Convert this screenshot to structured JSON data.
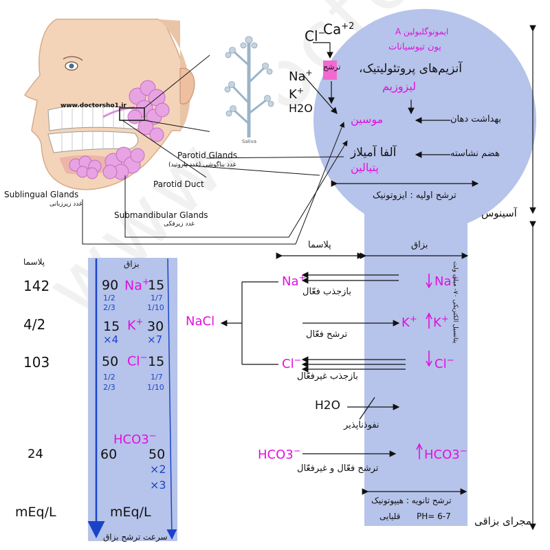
{
  "watermark": "www.doctorsho1.ir",
  "illustration": {
    "site_label": "www.doctorsho1.ir",
    "saliva_label": "Saliva",
    "parotid_en": "Parotid Glands",
    "parotid_fa": "غدد بناگوشی (غدد پاروتید)",
    "parotid_duct": "Parotid Duct",
    "sublingual_en": "Sublingual Glands",
    "sublingual_fa": "غدد زیرزبانی",
    "submandibular_en": "Submandibular Glands",
    "submandibular_fa": "غدد زیرفکی"
  },
  "acinus": {
    "cl": "Cl",
    "cl_sup": "−",
    "ca": "Ca",
    "ca_sup": "+2",
    "secretion": "ترشح",
    "na": "Na",
    "na_sup": "+",
    "k": "K",
    "k_sup": "+",
    "h2o": "H2O",
    "ig_a": "ایمونوگلبولین A",
    "thiocyanate": "یون تیوسیانات",
    "proteolytic": "آنزیم‌های پروتئولیتیک،",
    "lysozyme": "لیزوزیم",
    "mucin": "موسین",
    "oral_hygiene": "بهداشت دهان",
    "alpha_amylase": "آلفا آمیلاز",
    "ptyalin": "پتیالین",
    "starch_digestion": "هضم نشاسته",
    "primary_secretion": "ترشح اولیه : ایزوتونیک",
    "acinus_label": "آسینوس"
  },
  "duct": {
    "saliva_header": "بزاق",
    "plasma_header": "پلاسما",
    "na": "Na",
    "na_sup": "+",
    "na_right": "Na",
    "reabsorb_active": "بازجذب فعّال",
    "nacl": "NaCl",
    "k": "K",
    "k_sup": "+",
    "active_secretion": "ترشح فعّال",
    "cl": "Cl",
    "cl_sup": "−",
    "reabsorb_passive": "بازجذب غیرفعّال",
    "h2o": "H2O",
    "impermeable": "نفوذناپذیر",
    "hco3": "HCO3",
    "hco3_sup": "−",
    "hco3_secretion": "ترشح فعّال و غیرفعّال",
    "vertical_note": "پتانسیل الکتریکی ۷۰- میلی ولت",
    "secondary_secretion": "ترشح ثانویه : هیپوتونیک",
    "alkaline": "قلیایی",
    "ph": "PH= 6-7",
    "duct_label": "مجرای بزاقی"
  },
  "table": {
    "plasma_header": "پلاسما",
    "saliva_header": "بزاق",
    "plasma_values": [
      "142",
      "4/2",
      "103",
      "24"
    ],
    "rows": [
      {
        "ion": "Na",
        "sup": "+",
        "left": "90",
        "right": "15",
        "lf1": "1/2",
        "lf2": "2/3",
        "rf1": "1/7",
        "rf2": "1/10"
      },
      {
        "ion": "K",
        "sup": "+",
        "left": "15",
        "right": "30",
        "lf1": "×4",
        "rf1": "×7"
      },
      {
        "ion": "Cl",
        "sup": "−",
        "left": "50",
        "right": "15",
        "lf1": "1/2",
        "lf2": "2/3",
        "rf1": "1/7",
        "rf2": "1/10"
      },
      {
        "ion": "HCO3",
        "sup": "−",
        "left": "60",
        "right": "50",
        "rf1": "×2",
        "rf2": "×3"
      }
    ],
    "unit_plasma": "mEq/L",
    "unit_saliva": "mEq/L",
    "flow_label": "سرعت ترشح بزاق"
  },
  "colors": {
    "panel": "#b6c3ea",
    "ion": "#e010e0",
    "fraction": "#1a44c8",
    "gland": "#e7a3e2"
  }
}
